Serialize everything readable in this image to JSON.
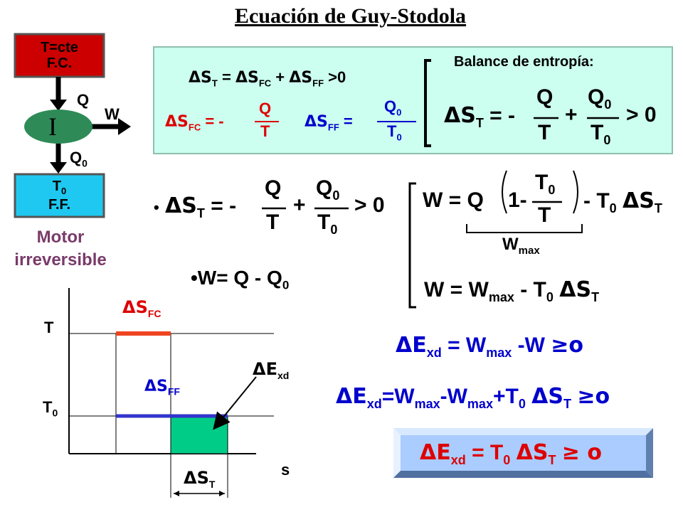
{
  "title": "Ecuación de Guy-Stodola",
  "engine": {
    "hot_box": {
      "line1": "T=cte",
      "line2": "F.C."
    },
    "cold_box": {
      "line1": "T",
      "line1_sub": "0",
      "line2": "F.F."
    },
    "engine_label": "I",
    "q_label": "Q",
    "w_label": "W",
    "q0_label": "Q",
    "q0_sub": "0",
    "caption_line1": "Motor",
    "caption_line2": "irreversible"
  },
  "top_panel": {
    "balance_label": "Balance de entropía:",
    "eq1": {
      "lhs": "ΔS",
      "lhs_sub": "T",
      "eq": "=",
      "t1": "ΔS",
      "t1_sub": "FC",
      "plus": "+",
      "t2": "ΔS",
      "t2_sub": "FF",
      "rhs": ">0"
    },
    "eq_fc": {
      "lhs": "ΔS",
      "lhs_sub": "FC",
      "eq": "= -",
      "num": "Q",
      "den": "T"
    },
    "eq_ff": {
      "lhs": "ΔS",
      "lhs_sub": "FF",
      "eq": "=",
      "num": "Q",
      "num_sub": "0",
      "den": "T",
      "den_sub": "0"
    },
    "eq_big": {
      "lhs": "ΔS",
      "lhs_sub": "T",
      "eq": "= -",
      "num1": "Q",
      "den1": "T",
      "plus": "+",
      "num2": "Q",
      "num2_sub": "0",
      "den2": "T",
      "den2_sub": "0",
      "rhs": "> 0"
    }
  },
  "middle": {
    "bullet1": {
      "bullet": "•",
      "lhs": "ΔS",
      "lhs_sub": "T",
      "eq": "= -",
      "num1": "Q",
      "den1": "T",
      "plus": "+",
      "num2": "Q",
      "num2_sub": "0",
      "den2": "T",
      "den2_sub": "0",
      "rhs": "> 0"
    },
    "bullet2": {
      "text": "•W= Q - Q",
      "sub": "0"
    },
    "w_eq": {
      "lhs": "W = Q",
      "one_minus": "1-",
      "num": "T",
      "num_sub": "0",
      "den": "T",
      "tail": "- T",
      "tail_sub": "0",
      "tail2": "ΔS",
      "tail2_sub": "T"
    },
    "wmax_label": {
      "text": "W",
      "sub": "max"
    },
    "w_eq2": {
      "lhs": "W =",
      "w": "W",
      "w_sub": "max",
      "tail": "- T",
      "tail_sub": "0",
      "tail2": "ΔS",
      "tail2_sub": "T"
    }
  },
  "exergy": {
    "eq1": {
      "lhs": "ΔE",
      "lhs_sub": "xd",
      "eq": "= W",
      "eq_sub": "max",
      "tail": "-W",
      "rel": "≥o"
    },
    "eq2": {
      "lhs": "ΔE",
      "lhs_sub": "xd",
      "a": "=W",
      "a_sub": "max",
      "b": "-W",
      "b_sub": "max",
      "c": "+T",
      "c_sub": "0",
      "d": "ΔS",
      "d_sub": "T",
      "rel": "≥o"
    },
    "result": {
      "lhs": "ΔE",
      "lhs_sub": "xd",
      "eq": "= T",
      "eq_sub": "0",
      "t": "ΔS",
      "t_sub": "T",
      "rel": "≥ o"
    }
  },
  "ts_diagram": {
    "y_label": "T",
    "y_label_t0": "T",
    "y_label_t0_sub": "0",
    "x_label": "s",
    "label_sfc": "ΔS",
    "label_sfc_sub": "FC",
    "label_sff": "ΔS",
    "label_sff_sub": "FF",
    "label_exd": "ΔE",
    "label_exd_sub": "xd",
    "label_st": "ΔS",
    "label_st_sub": "T"
  },
  "colors": {
    "hot_box": "#cc0000",
    "cold_box": "#1ec8f0",
    "engine": "#2e8b57",
    "panel_bg": "#ccfff0",
    "red_text": "#dd0000",
    "blue_text": "#0000cc",
    "fc_line": "#ee4422",
    "ff_line": "#3333cc",
    "exergy_fill": "#00cc88",
    "caption": "#7a3a6a",
    "result_bg": "#aaccff"
  }
}
